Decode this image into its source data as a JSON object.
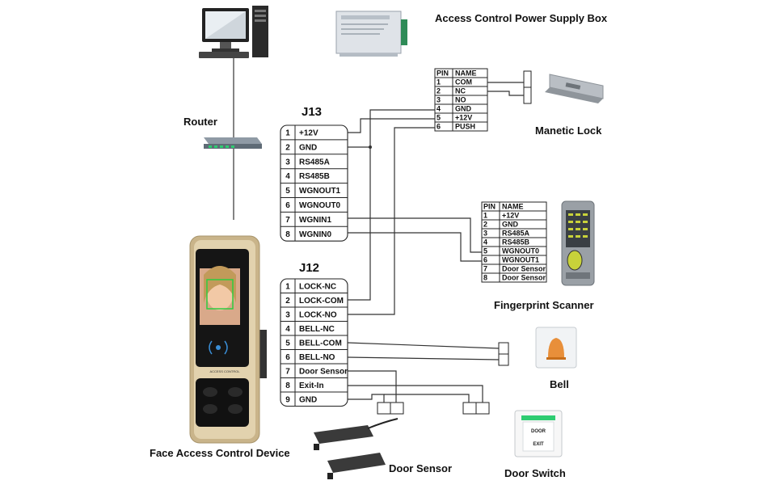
{
  "labels": {
    "power_supply": "Access Control Power Supply Box",
    "router": "Router",
    "magnetic_lock": "Manetic Lock",
    "fingerprint": "Fingerprint Scanner",
    "bell": "Bell",
    "door_sensor": "Door Sensor",
    "door_switch": "Door Switch",
    "face_device": "Face Access Control Device"
  },
  "j13": {
    "title": "J13",
    "pins": [
      {
        "num": "1",
        "name": "+12V"
      },
      {
        "num": "2",
        "name": "GND"
      },
      {
        "num": "3",
        "name": "RS485A"
      },
      {
        "num": "4",
        "name": "RS485B"
      },
      {
        "num": "5",
        "name": "WGNOUT1"
      },
      {
        "num": "6",
        "name": "WGNOUT0"
      },
      {
        "num": "7",
        "name": "WGNIN1"
      },
      {
        "num": "8",
        "name": "WGNIN0"
      }
    ]
  },
  "j12": {
    "title": "J12",
    "pins": [
      {
        "num": "1",
        "name": "LOCK-NC"
      },
      {
        "num": "2",
        "name": "LOCK-COM"
      },
      {
        "num": "3",
        "name": "LOCK-NO"
      },
      {
        "num": "4",
        "name": "BELL-NC"
      },
      {
        "num": "5",
        "name": "BELL-COM"
      },
      {
        "num": "6",
        "name": "BELL-NO"
      },
      {
        "num": "7",
        "name": "Door Sensor"
      },
      {
        "num": "8",
        "name": "Exit-In"
      },
      {
        "num": "9",
        "name": "GND"
      }
    ]
  },
  "power_table": {
    "headers": [
      "PIN",
      "NAME"
    ],
    "rows": [
      {
        "pin": "1",
        "name": "COM"
      },
      {
        "pin": "2",
        "name": "NC"
      },
      {
        "pin": "3",
        "name": "NO"
      },
      {
        "pin": "4",
        "name": "GND"
      },
      {
        "pin": "5",
        "name": "+12V"
      },
      {
        "pin": "6",
        "name": "PUSH"
      }
    ]
  },
  "fingerprint_table": {
    "headers": [
      "PIN",
      "NAME"
    ],
    "rows": [
      {
        "pin": "1",
        "name": "+12V"
      },
      {
        "pin": "2",
        "name": "GND"
      },
      {
        "pin": "3",
        "name": "RS485A"
      },
      {
        "pin": "4",
        "name": "RS485B"
      },
      {
        "pin": "5",
        "name": "WGNOUT0"
      },
      {
        "pin": "6",
        "name": "WGNOUT1"
      },
      {
        "pin": "7",
        "name": "Door Sensor"
      },
      {
        "pin": "8",
        "name": "Door Sensor"
      }
    ]
  },
  "device": {
    "panel_text": "ACCESS CONTROL"
  },
  "door_switch_panel": {
    "line1": "DOOR",
    "line2": "EXIT"
  },
  "colors": {
    "device_gold": "#c9b48a",
    "device_dark": "#1a1a1a",
    "wire": "#333333",
    "face_frame": "#2ecc40"
  }
}
